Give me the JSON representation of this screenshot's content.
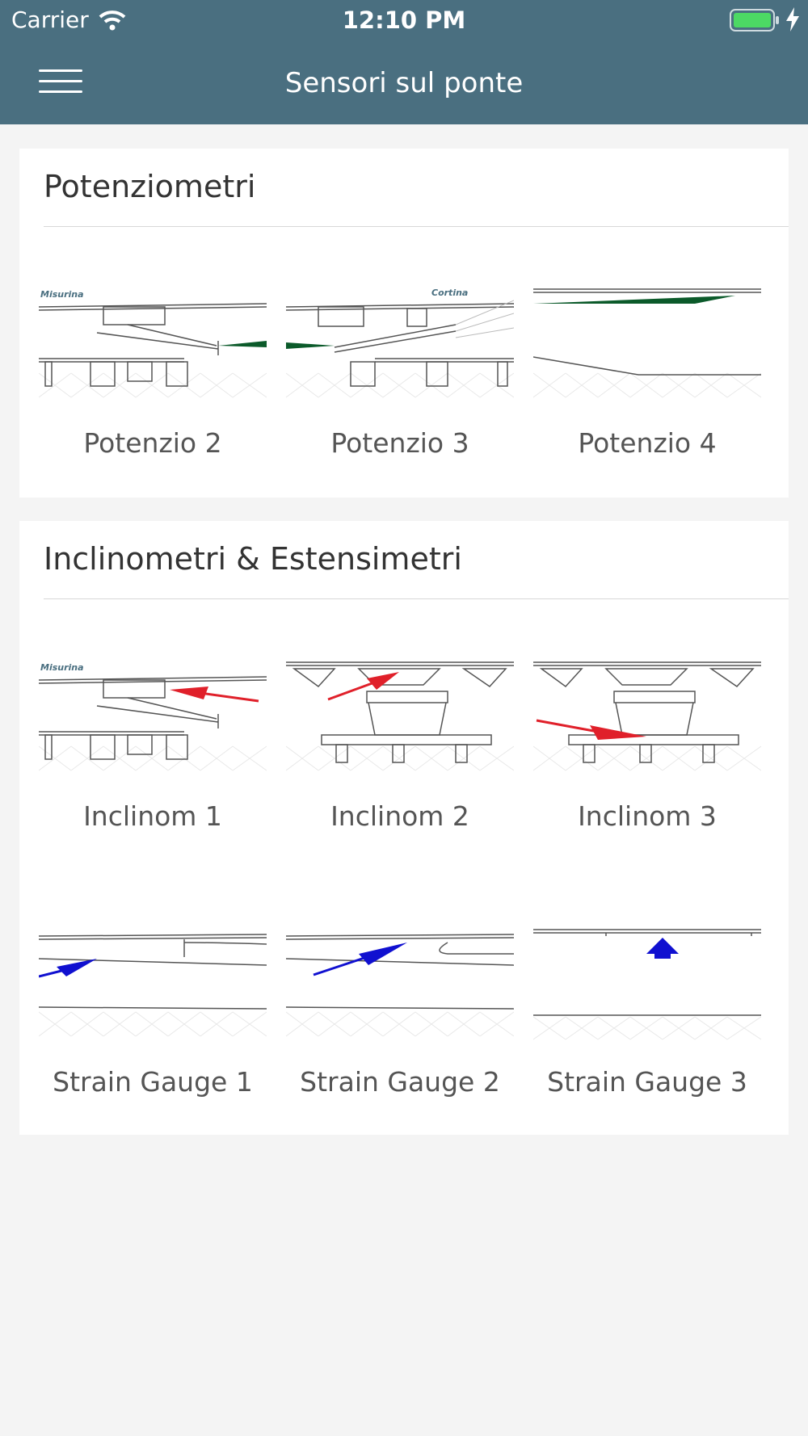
{
  "status_bar": {
    "carrier": "Carrier",
    "time": "12:10 PM"
  },
  "header": {
    "title": "Sensori sul ponte",
    "menu_icon": "hamburger-icon"
  },
  "sections": [
    {
      "title": "Potenziometri",
      "items": [
        {
          "label": "Potenzio 2"
        },
        {
          "label": "Potenzio 3"
        },
        {
          "label": "Potenzio 4"
        }
      ]
    },
    {
      "title": "Inclinometri & Estensimetri",
      "items": [
        {
          "label": "Inclinom 1"
        },
        {
          "label": "Inclinom 2"
        },
        {
          "label": "Inclinom 3"
        },
        {
          "label": "Strain Gauge 1"
        },
        {
          "label": "Strain Gauge 2"
        },
        {
          "label": "Strain Gauge 3"
        }
      ]
    }
  ],
  "image_text": {
    "misurina": "Misurina",
    "cortina": "Cortina"
  },
  "colors": {
    "header": "#4a6f80",
    "background": "#f4f4f4",
    "arrow_green": "#0b5a2a",
    "arrow_red": "#e0202a",
    "arrow_blue": "#1010d0"
  }
}
